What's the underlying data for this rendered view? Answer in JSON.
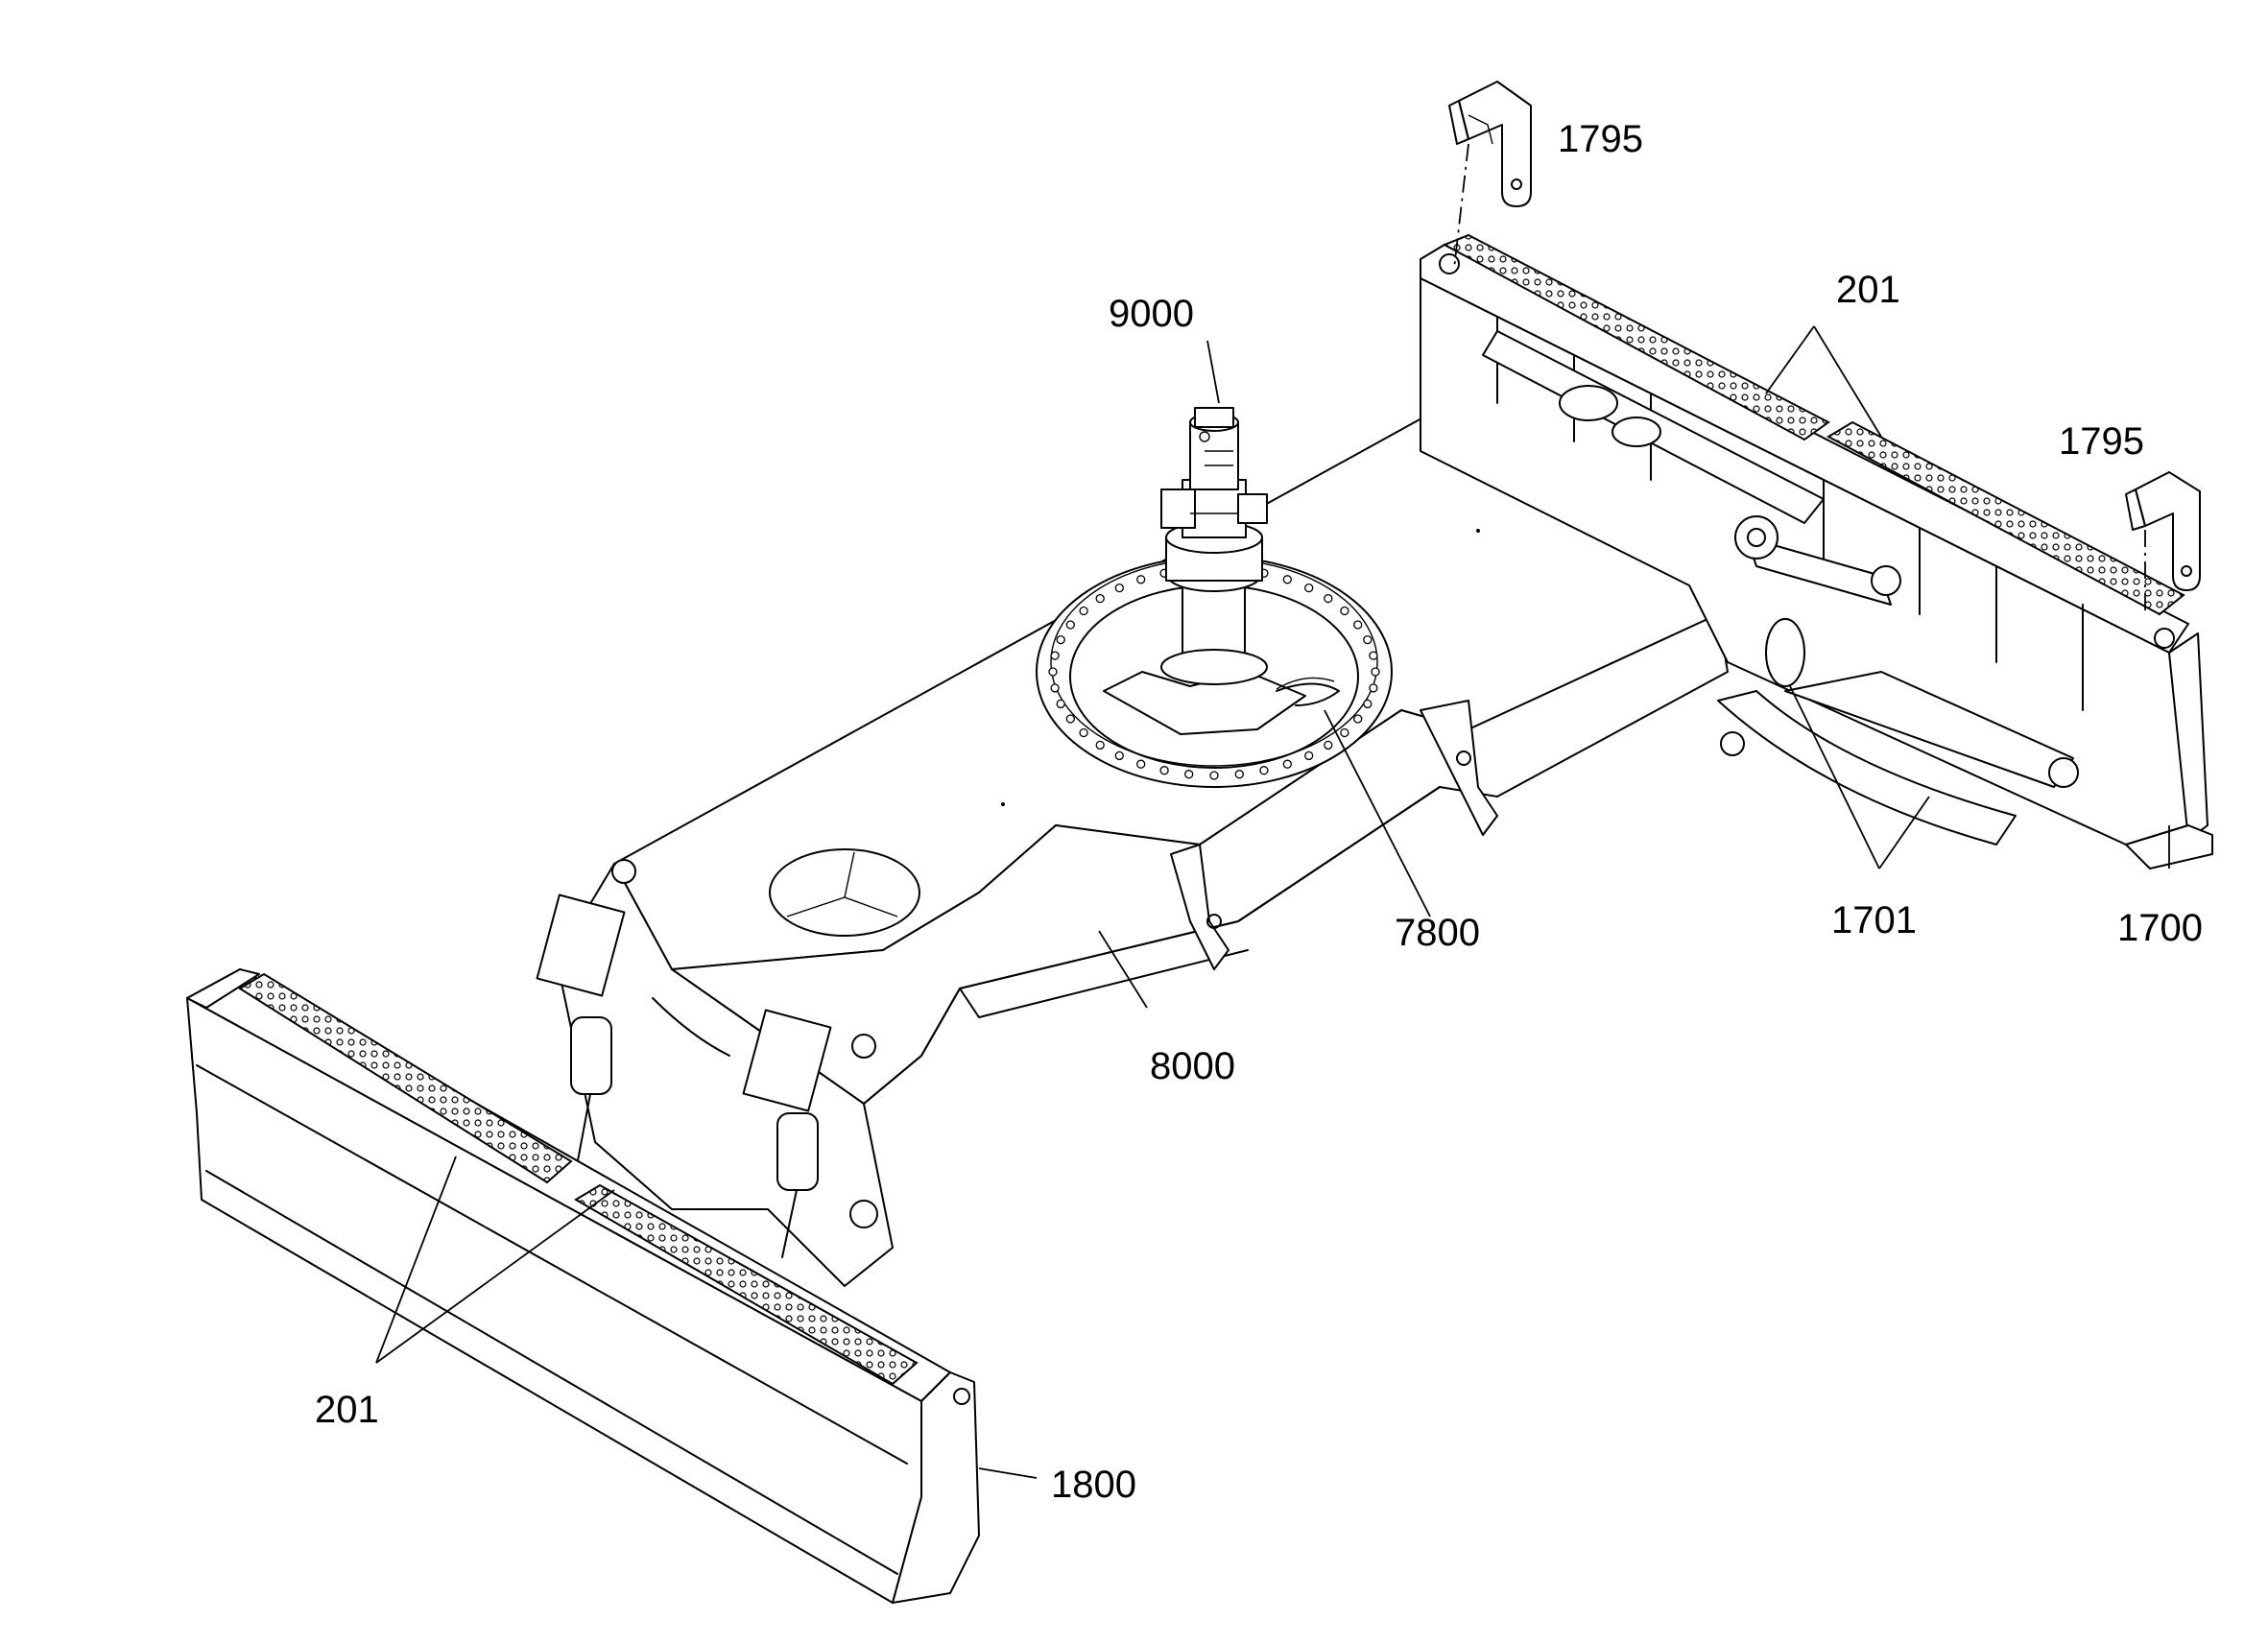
{
  "callouts": {
    "c9000": "9000",
    "c1795a": "1795",
    "c1795b": "1795",
    "c201a": "201",
    "c201b": "201",
    "c7800": "7800",
    "c8000": "8000",
    "c1701": "1701",
    "c1700": "1700",
    "c1800": "1800"
  }
}
